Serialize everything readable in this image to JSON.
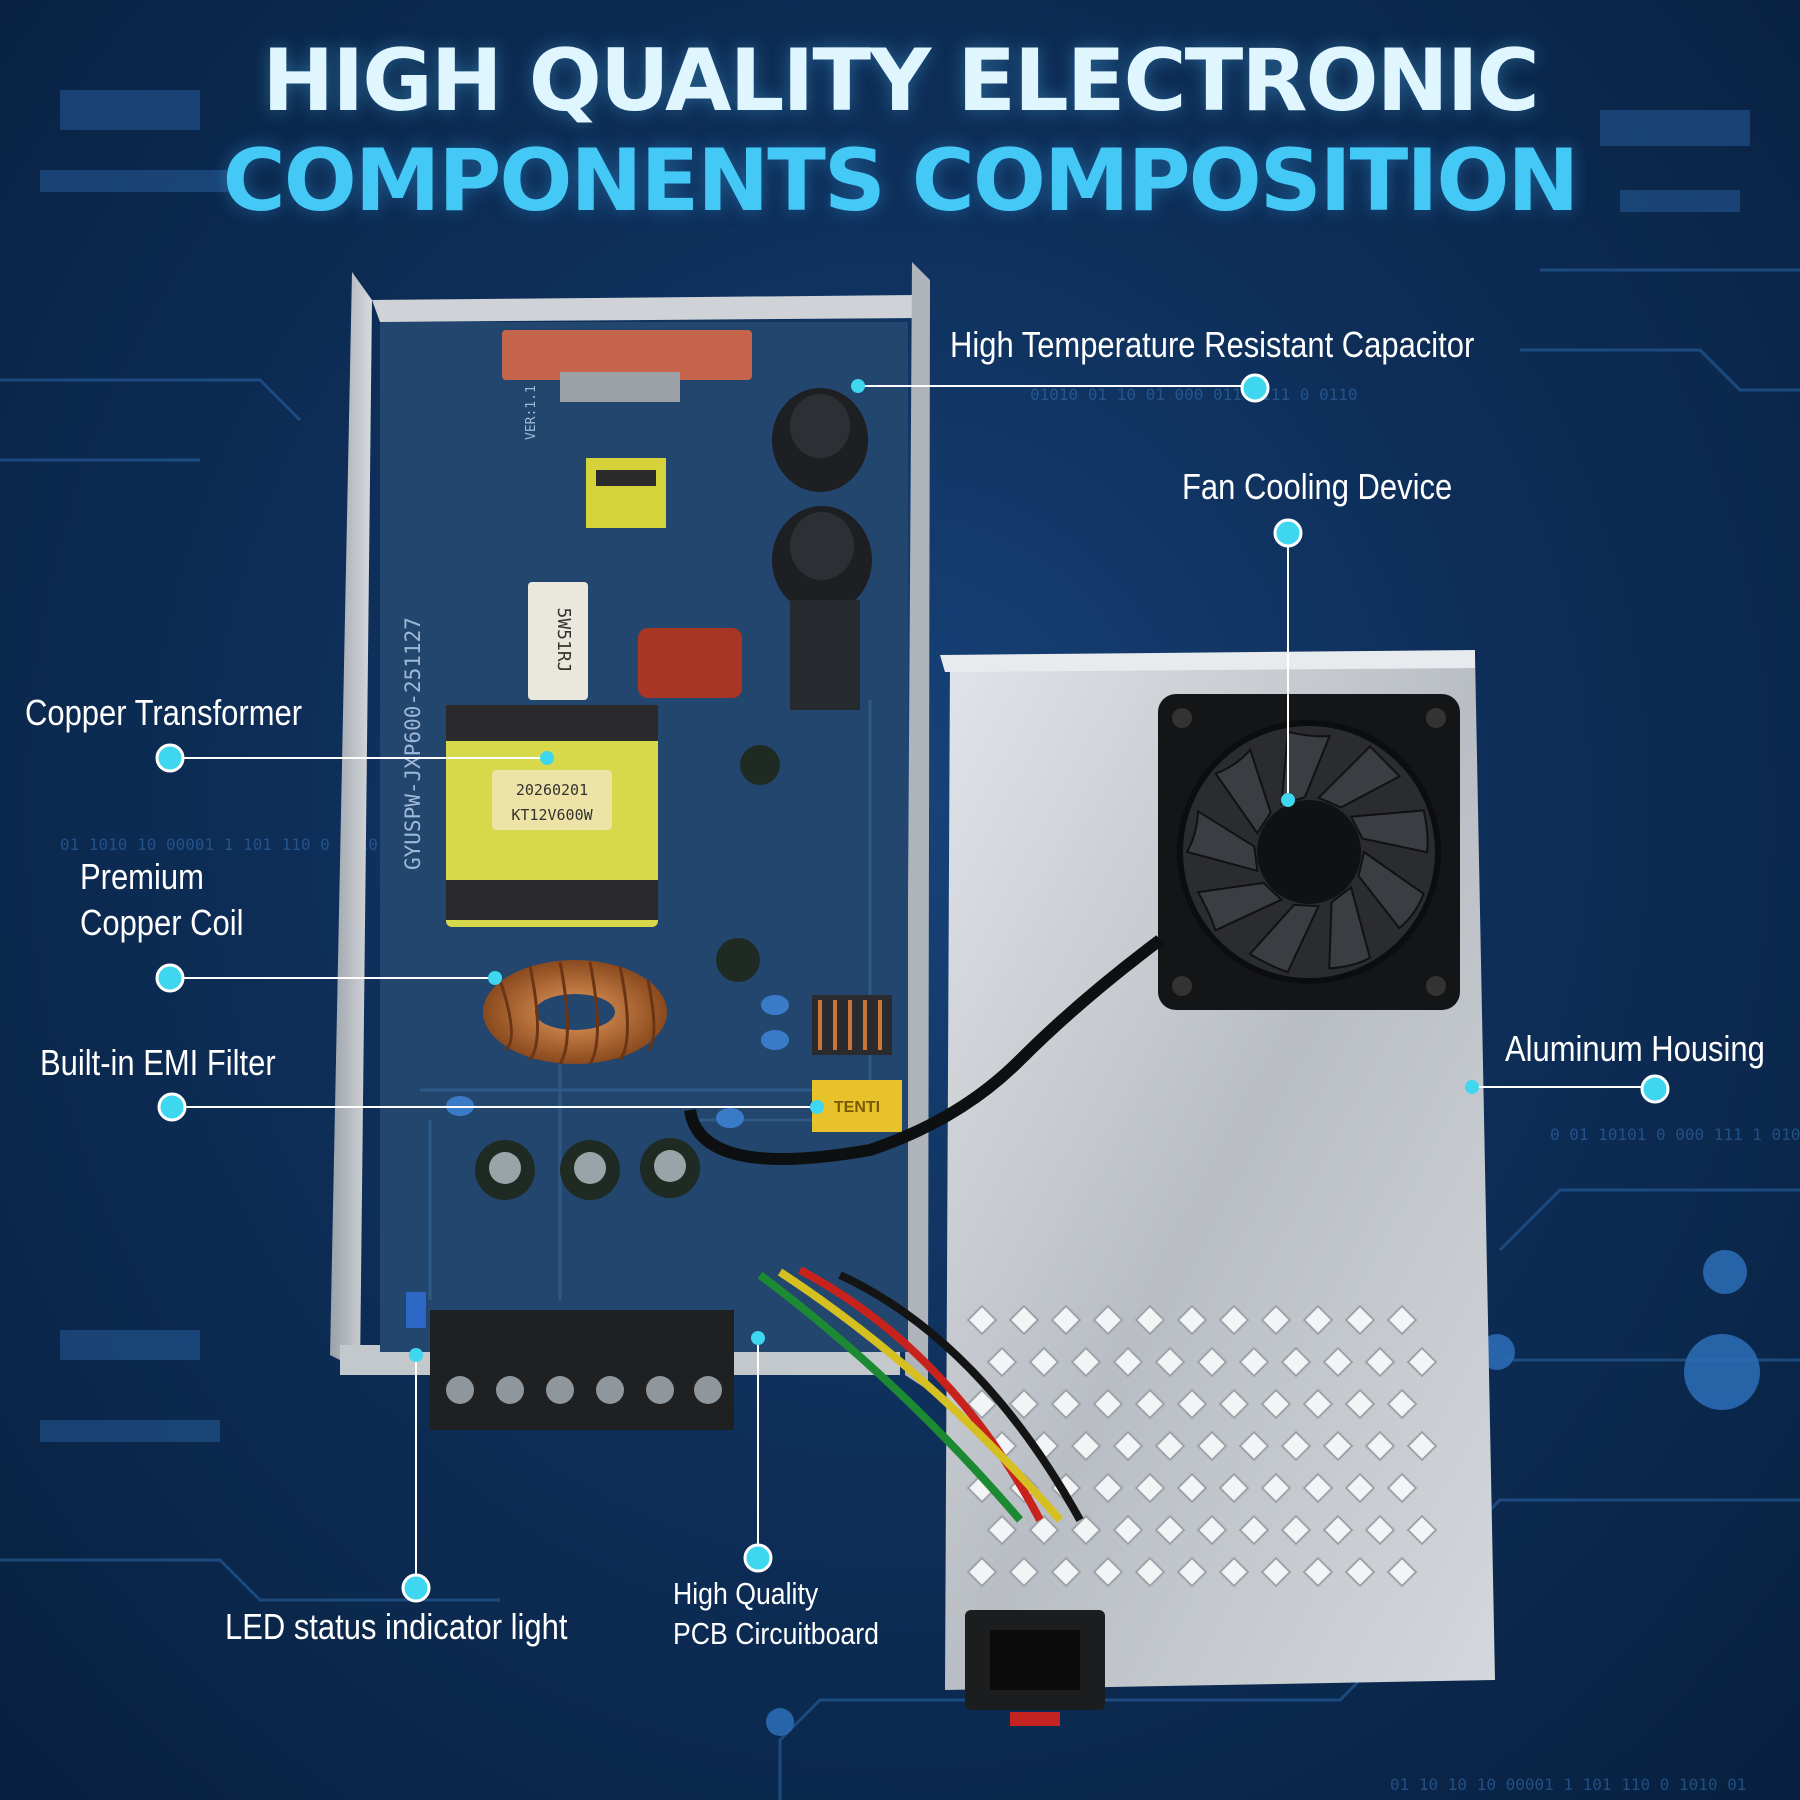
{
  "headline": {
    "line1": "HIGH QUALITY ELECTRONIC",
    "line2": "COMPONENTS COMPOSITION"
  },
  "callouts": {
    "capacitor": "High Temperature Resistant Capacitor",
    "fan": "Fan Cooling Device",
    "transformer": "Copper Transformer",
    "coil_line1": "Premium",
    "coil_line2": "Copper Coil",
    "emi": "Built-in EMI Filter",
    "housing": "Aluminum Housing",
    "led": "LED status indicator light",
    "pcb_line1": "High Quality",
    "pcb_line2": "PCB Circuitboard"
  },
  "board_text": {
    "transformer_code": "KT12V600W",
    "transformer_date": "20260201",
    "resistor": "5W51RJ",
    "model": "GYUSPW-JXP600-251127",
    "version": "VER:1.1",
    "filter": "TENTI"
  },
  "colors": {
    "accent": "#3fd6f0",
    "pcb": "#23466e",
    "housing": "#c8ccd1"
  },
  "icons": [
    "callout-dot-icon",
    "cooling-fan-icon"
  ]
}
